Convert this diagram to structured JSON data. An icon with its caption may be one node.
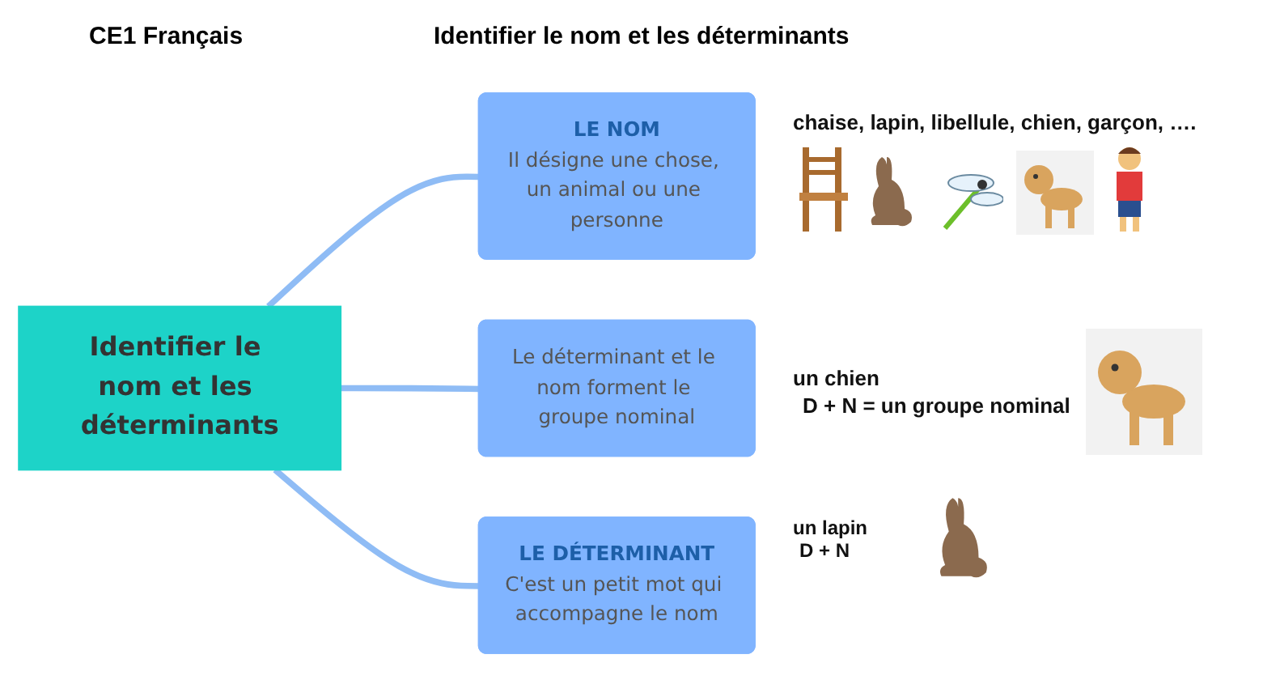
{
  "diagram": {
    "title": "Identifier le nom et les déterminants",
    "nodes": [
      {
        "text": [
          "Identifier le nom et les déterminants"
        ]
      },
      {
        "text": [
          "LE NOM",
          "Il désigne une chose, un animal ou une personne"
        ]
      },
      {
        "text": [
          "Le déterminant et le nom forment le groupe nominal"
        ]
      },
      {
        "text": [
          "LE DÉTERMINANT",
          "C'est un petit mot qui accompagne le nom"
        ]
      }
    ],
    "edges": [
      {
        "from": 0,
        "to": 1,
        "arrow": "none"
      },
      {
        "from": 0,
        "to": 2,
        "arrow": "none"
      },
      {
        "from": 0,
        "to": 3,
        "arrow": "none"
      }
    ],
    "labels": [
      "CE1 Français",
      "chaise, lapin, libellule, chien, garçon, ….",
      "un chien",
      "D + N = un groupe nominal",
      "un lapin",
      "D + N"
    ]
  }
}
